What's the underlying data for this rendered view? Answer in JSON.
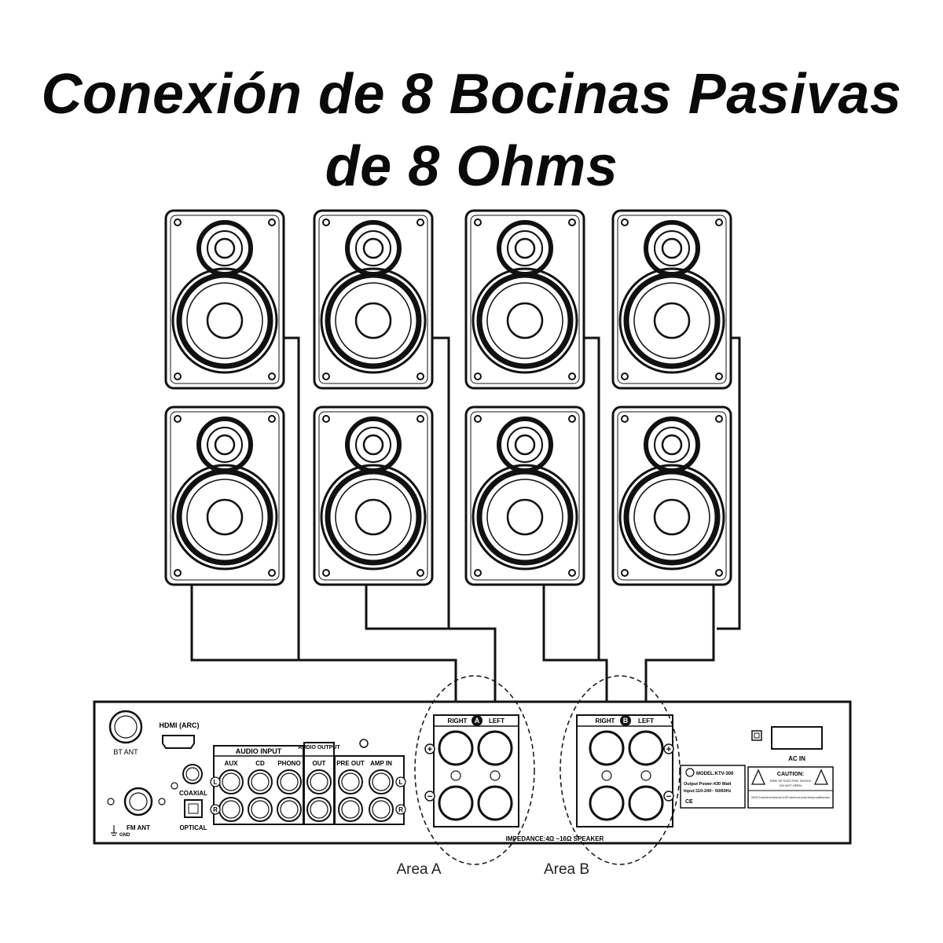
{
  "title": {
    "line1": "Conexión de 8 Bocinas Pasivas",
    "line2": "de 8 Ohms"
  },
  "speakers": {
    "count": 8,
    "rows": 2,
    "columns": 4,
    "icon": "bookshelf-speaker-icon"
  },
  "panel": {
    "bt_ant": "BT ANT",
    "hdmi": "HDMI (ARC)",
    "audio_input": "AUDIO INPUT",
    "audio_output": "AUDIO OUTPUT",
    "aux": "AUX",
    "cd": "CD",
    "phono": "PHONO",
    "out": "OUT",
    "pre_out": "PRE OUT",
    "amp_in": "AMP IN",
    "coaxial": "COAXIAL",
    "optical": "OPTICAL",
    "fm_ant": "FM ANT",
    "gnd": "GND",
    "l_mark": "L",
    "r_mark": "R",
    "right": "RIGHT",
    "left": "LEFT",
    "badge_a": "A",
    "badge_b": "B",
    "plus": "+",
    "minus": "−",
    "impedance": "IMPEDANCE:4Ω ~16Ω SPEAKER",
    "model": "MODEL:KTV-300",
    "output_power": "Output Power:430 Watt",
    "input": "Input:110-240~ 50/60Hz",
    "caution_title": "CAUTION:",
    "caution_sub1": "RISK OF ELECTRIC SHOCK",
    "caution_sub2": "DO NOT OPEN",
    "caution_note": "CAUTION: To reduce the risk of electric shock, DO NOT remove the cover (or back). Servicing to a qualified personnel.",
    "ce": "CE",
    "ac_in": "AC IN"
  },
  "areas": {
    "a": "Area A",
    "b": "Area B"
  }
}
